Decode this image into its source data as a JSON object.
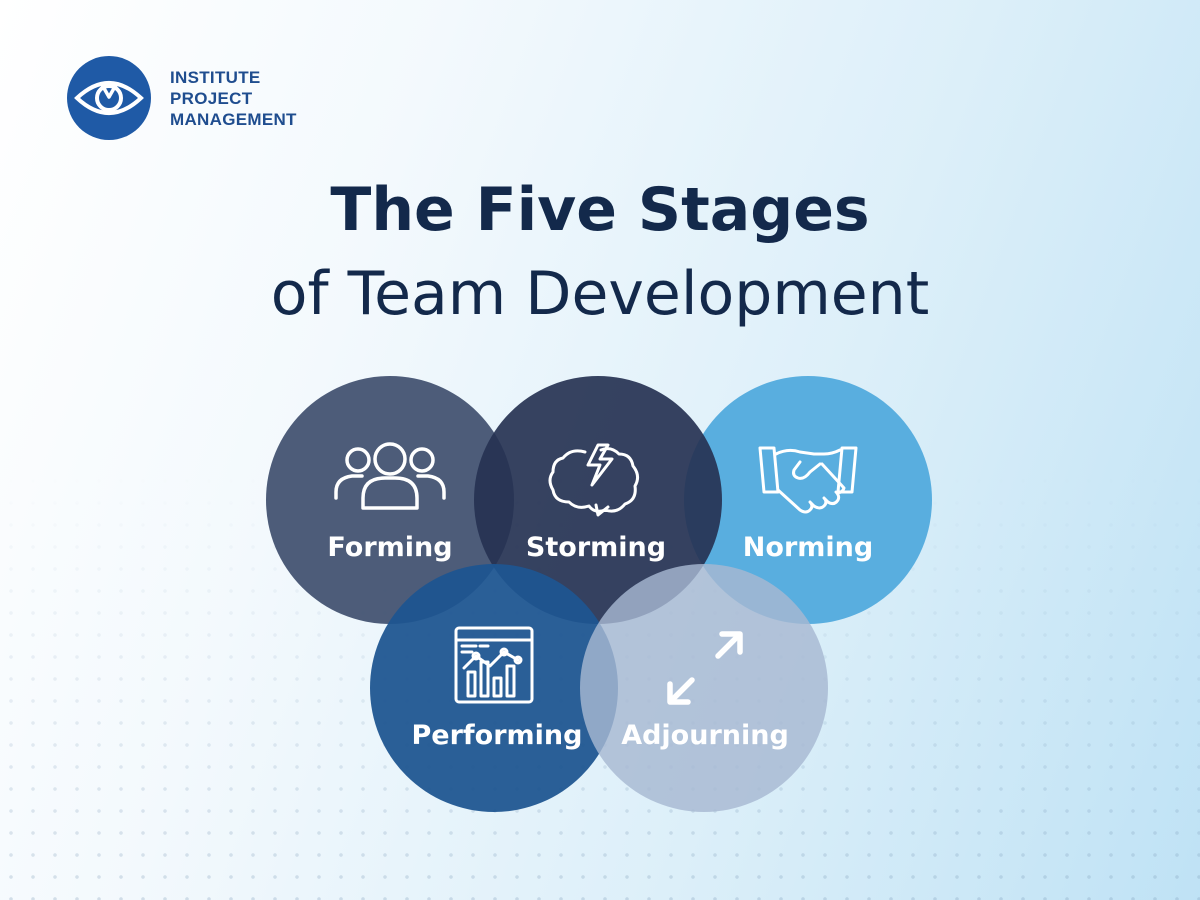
{
  "brand": {
    "lines": [
      "INSTITUTE",
      "PROJECT",
      "MANAGEMENT"
    ],
    "color": "#1f4d8f"
  },
  "title": {
    "line1": "The Five Stages",
    "line2": "of Team Development"
  },
  "stages": [
    {
      "name": "Forming",
      "icon": "people-group-icon",
      "color": "#475775"
    },
    {
      "name": "Storming",
      "icon": "brain-lightning-icon",
      "color": "#263252"
    },
    {
      "name": "Norming",
      "icon": "handshake-icon",
      "color": "#55abde"
    },
    {
      "name": "Performing",
      "icon": "analytics-chart-icon",
      "color": "#1e5590"
    },
    {
      "name": "Adjourning",
      "icon": "expand-arrows-icon",
      "color": "#a7b8d2"
    }
  ]
}
